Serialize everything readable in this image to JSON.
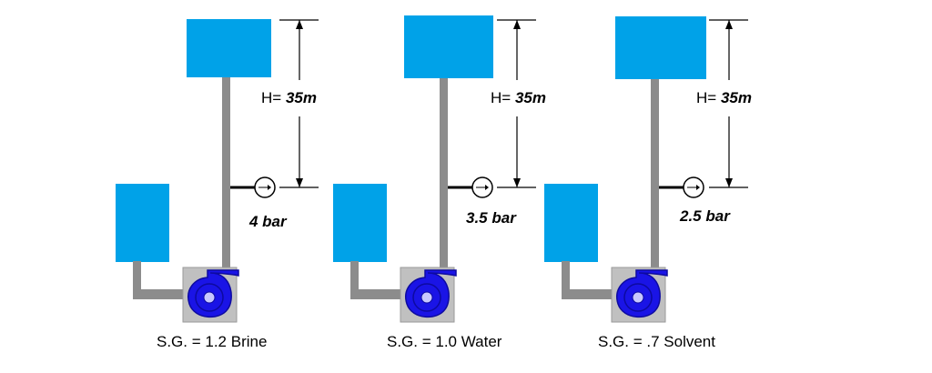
{
  "colors": {
    "tank": "#00a2e8",
    "pipe": "#8c8c8c",
    "pump_housing": "#c0c0c0",
    "impeller": "#1a14e6",
    "impeller_dark": "#0d0aa0",
    "line": "#000000"
  },
  "icons": {
    "gauge": "pressure-gauge-icon",
    "pump": "centrifugal-pump-icon"
  },
  "systems": [
    {
      "head_prefix": "H=",
      "head_value": "35m",
      "pressure": "4 bar",
      "sg_label": "S.G. = 1.2 Brine"
    },
    {
      "head_prefix": "H=",
      "head_value": "35m",
      "pressure": "3.5 bar",
      "sg_label": "S.G. = 1.0 Water"
    },
    {
      "head_prefix": "H=",
      "head_value": "35m",
      "pressure": "2.5 bar",
      "sg_label": "S.G. = .7 Solvent"
    }
  ]
}
